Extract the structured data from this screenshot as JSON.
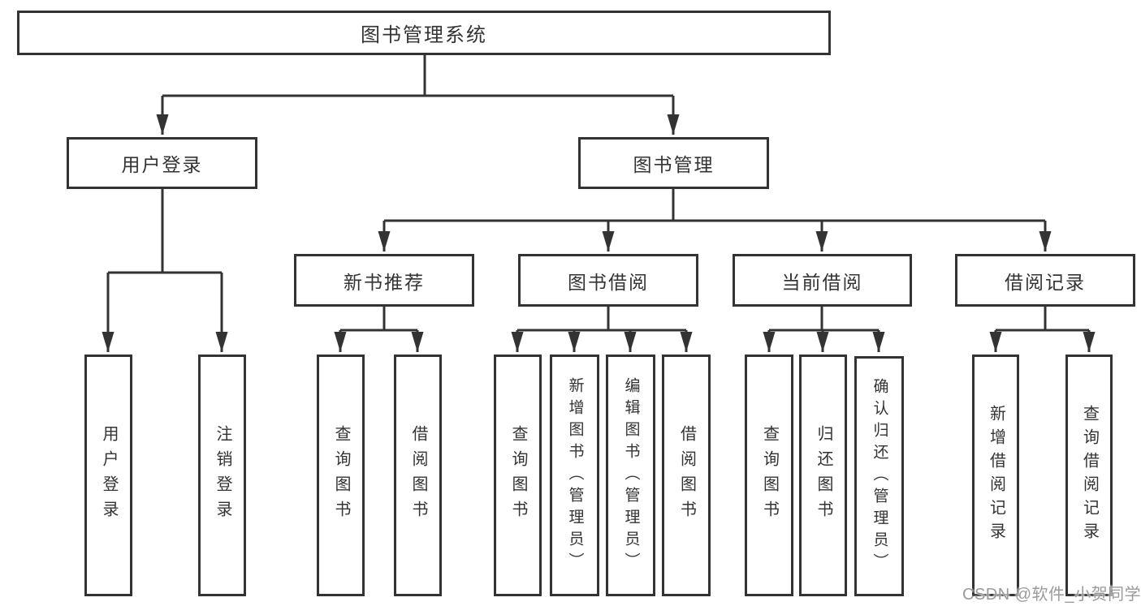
{
  "diagram": {
    "root": {
      "label": "图书管理系统"
    },
    "branches": {
      "user_login": {
        "label": "用户登录",
        "children": [
          "用户登录",
          "注销登录"
        ]
      },
      "book_management": {
        "label": "图书管理",
        "sections": {
          "new_book_recommend": {
            "label": "新书推荐",
            "children": [
              "查询图书",
              "借阅图书"
            ]
          },
          "book_borrow": {
            "label": "图书借阅",
            "children": [
              "查询图书",
              "新增图书（管理员）",
              "编辑图书（管理员）",
              "借阅图书"
            ]
          },
          "current_borrow": {
            "label": "当前借阅",
            "children": [
              "查询图书",
              "归还图书",
              "确认归还（管理员）"
            ]
          },
          "borrow_records": {
            "label": "借阅记录",
            "children": [
              "新增借阅记录",
              "查询借阅记录"
            ]
          }
        }
      }
    },
    "colors": {
      "line": "#333333",
      "box_border": "#333333",
      "text": "#333333",
      "watermark": "#9a9a9a"
    }
  },
  "watermark": {
    "text": "CSDN @软件_小贺同学"
  }
}
